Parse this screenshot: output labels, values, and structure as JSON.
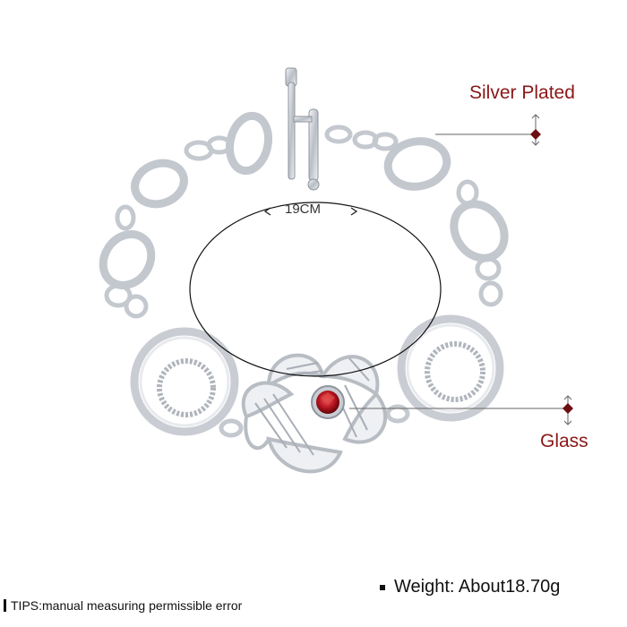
{
  "labels": {
    "silver_plated": "Silver Plated",
    "size": "19CM",
    "glass": "Glass",
    "tips": "TIPS:manual measuring permissible error",
    "weight": "Weight: About18.70g"
  },
  "colors": {
    "accent": "#8a1717",
    "gem": "#b3121e",
    "silver": "#c9cdd3"
  }
}
